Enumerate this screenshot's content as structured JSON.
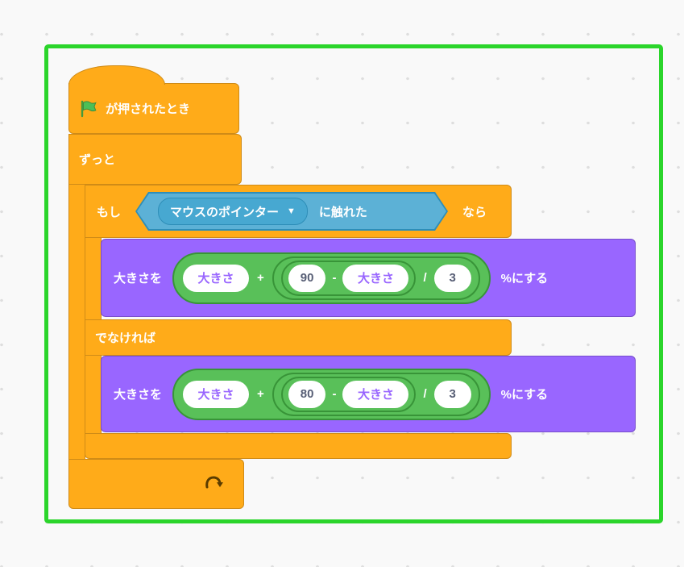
{
  "workspace": {
    "background": "#f9f9f9",
    "frame_color": "#2bd52b"
  },
  "palette": {
    "control": "#FFAB19",
    "looks": "#9966FF",
    "operators": "#59C059",
    "sensing": "#5CB1D6",
    "input_background": "#ffffff"
  },
  "icons": {
    "flag": "green-flag",
    "loop": "loop-arrow",
    "caret": "▼"
  },
  "script": {
    "hat": {
      "label": "が押されたとき"
    },
    "forever": {
      "label": "ずっと"
    },
    "if_else": {
      "if": "もし",
      "then": "なら",
      "else": "でなければ"
    },
    "condition": {
      "menu": "マウスのポインター",
      "caret": "▼",
      "label": "に触れた"
    },
    "branch_if": {
      "prefix": "大きさを",
      "suffix": "%にする",
      "var_a": "大きさ",
      "plus": "+",
      "target": "90",
      "minus": "-",
      "var_b": "大きさ",
      "divide": "/",
      "divisor": "3"
    },
    "branch_else": {
      "prefix": "大きさを",
      "suffix": "%にする",
      "var_a": "大きさ",
      "plus": "+",
      "target": "80",
      "minus": "-",
      "var_b": "大きさ",
      "divide": "/",
      "divisor": "3"
    }
  }
}
